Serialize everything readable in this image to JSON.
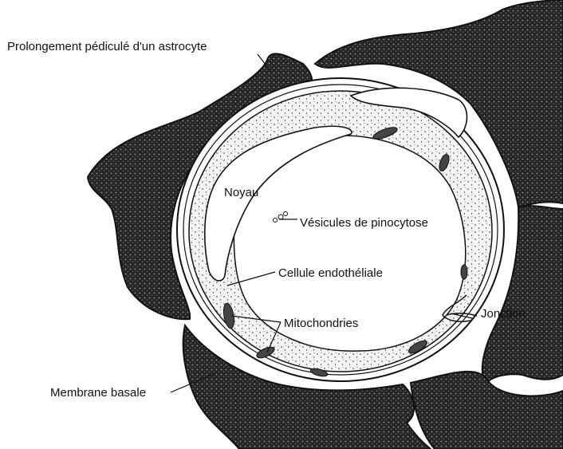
{
  "labels": {
    "astrocyte_foot": "Prolongement pédiculé d'un astrocyte",
    "nucleus": "Noyau",
    "pinocytosis": "Vésicules de pinocytose",
    "endothelial": "Cellule endothéliale",
    "junction": "Jonction",
    "mitochondria": "Mitochondries",
    "basal_membrane": "Membrane basale"
  },
  "colors": {
    "astrocyte_fill": "#2b2b2b",
    "cytoplasm_fill": "#f3f3f3",
    "lumen_fill": "#ffffff",
    "ink": "#111111"
  }
}
